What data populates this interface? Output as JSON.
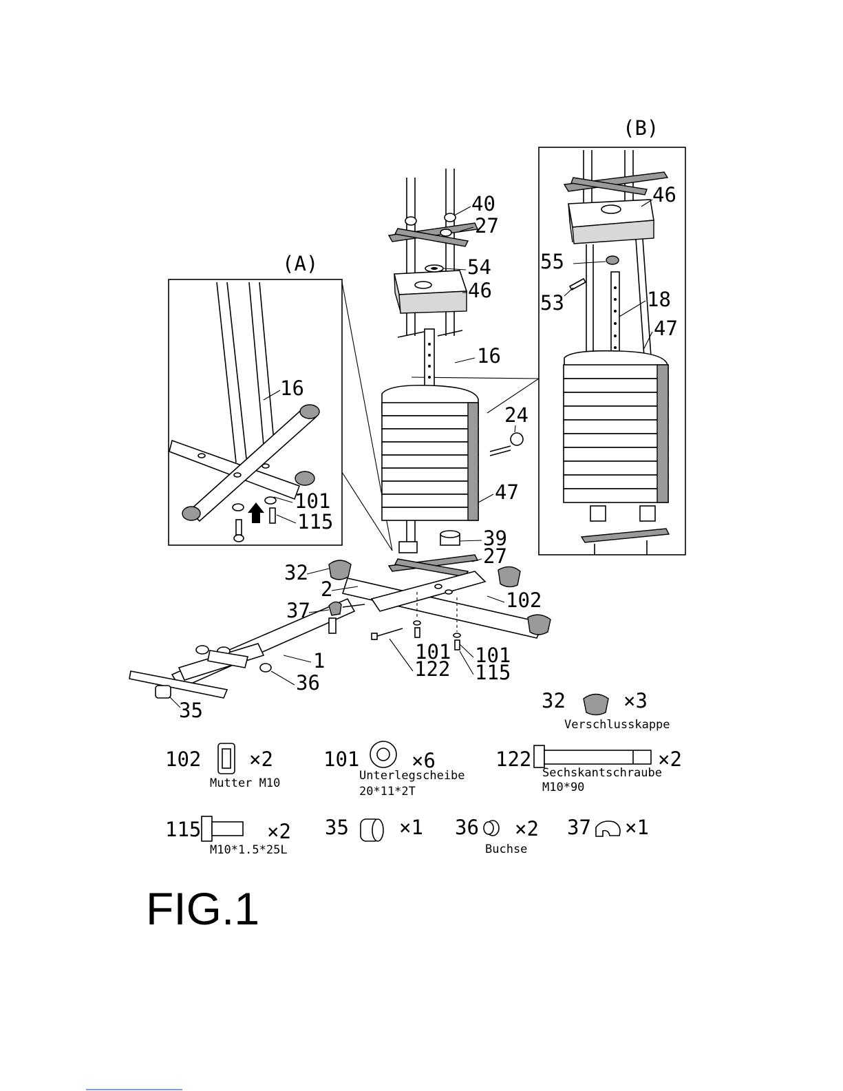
{
  "figure_label": "FIG.1",
  "detail_labels": {
    "a": "(A)",
    "b": "(B)"
  },
  "callouts": {
    "main": [
      "40",
      "27",
      "54",
      "46",
      "16",
      "24",
      "47",
      "39",
      "27",
      "32",
      "2",
      "37",
      "102",
      "101",
      "122",
      "1",
      "36",
      "35",
      "101",
      "115"
    ],
    "detail_a": [
      "16",
      "101",
      "115"
    ],
    "detail_b": [
      "46",
      "55",
      "53",
      "18",
      "47"
    ]
  },
  "parts": [
    {
      "no": "32",
      "qty": "×3",
      "name": "Verschlusskappe",
      "icon": "end-cap-icon"
    },
    {
      "no": "102",
      "qty": "×2",
      "name": "Mutter M10",
      "icon": "hex-nut-icon"
    },
    {
      "no": "101",
      "qty": "×6",
      "name": "Unterlegscheibe",
      "spec": "20*11*2T",
      "icon": "washer-icon"
    },
    {
      "no": "122",
      "qty": "×2",
      "name": "Sechskantschraube",
      "spec": "M10*90",
      "icon": "long-bolt-icon"
    },
    {
      "no": "115",
      "qty": "×2",
      "spec": "M10*1.5*25L",
      "icon": "short-bolt-icon"
    },
    {
      "no": "35",
      "qty": "×1",
      "icon": "tube-cap-icon"
    },
    {
      "no": "36",
      "qty": "×2",
      "name": "Buchse",
      "icon": "bushing-icon"
    },
    {
      "no": "37",
      "qty": "×1",
      "icon": "elbow-cap-icon"
    }
  ]
}
